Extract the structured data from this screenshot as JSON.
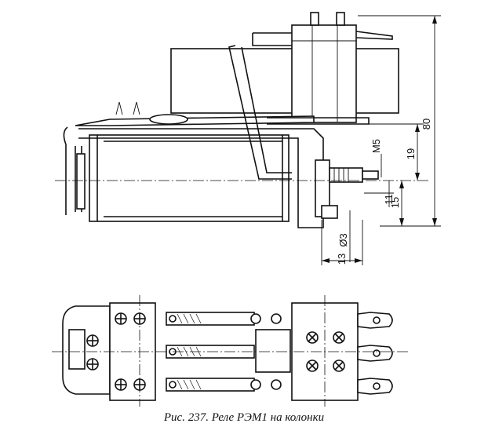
{
  "caption": "Рис. 237. Реле РЭМ1 на колонки",
  "dimensions": {
    "total_height": "80",
    "thread": "M5",
    "height_19": "19",
    "dim_11": "11",
    "dim_15": "15",
    "diameter": "Ø3",
    "width_13": "13"
  },
  "views": [
    "side-view",
    "top-view"
  ]
}
